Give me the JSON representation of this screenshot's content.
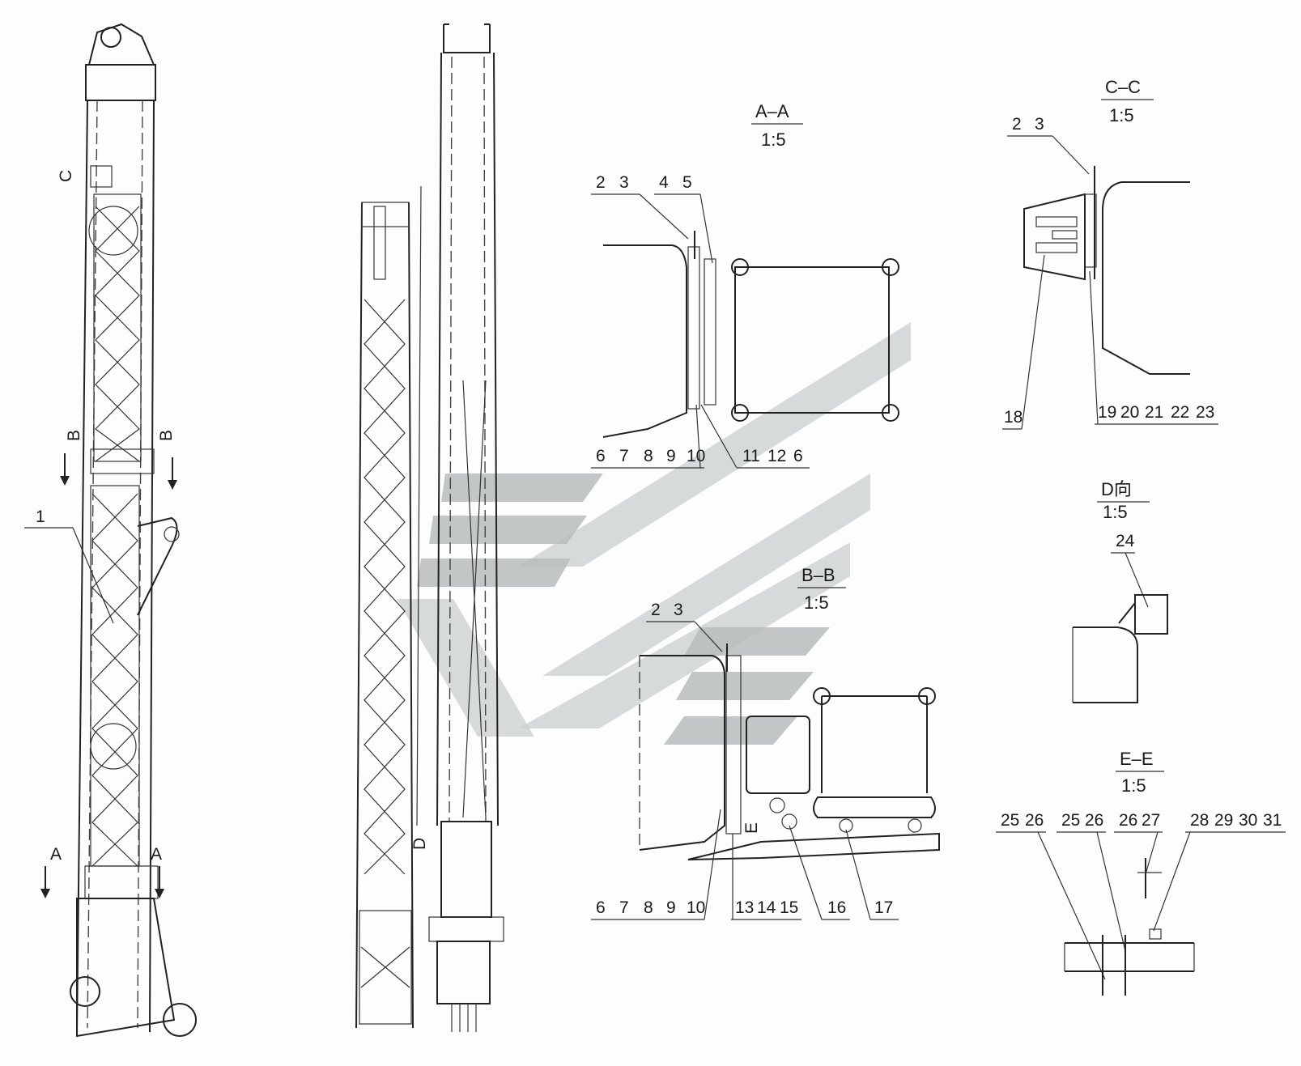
{
  "views": {
    "aa": {
      "title": "A–A",
      "scale": "1:5",
      "top_labels": [
        "2",
        "3",
        "4",
        "5"
      ],
      "bottom_left_labels": [
        "6",
        "7",
        "8",
        "9",
        "10"
      ],
      "bottom_right_labels": [
        "11",
        "12",
        "6"
      ]
    },
    "bb": {
      "title": "B–B",
      "scale": "1:5",
      "top_labels": [
        "2",
        "3"
      ],
      "bottom_labels": [
        "6",
        "7",
        "8",
        "9",
        "10"
      ],
      "bottom_mid_labels": [
        "13",
        "14",
        "15"
      ],
      "item_16": "16",
      "item_17": "17",
      "mark_e": "E"
    },
    "cc": {
      "title": "C–C",
      "scale": "1:5",
      "top_labels": [
        "2",
        "3"
      ],
      "item_18": "18",
      "bottom_labels": [
        "19",
        "20",
        "21",
        "22",
        "23"
      ]
    },
    "d": {
      "title": "D向",
      "scale": "1:5",
      "item_24": "24"
    },
    "ee": {
      "title": "E–E",
      "scale": "1:5",
      "labels_a": [
        "25",
        "26"
      ],
      "labels_b": [
        "25",
        "26"
      ],
      "labels_c": [
        "26",
        "27"
      ],
      "labels_d": [
        "28",
        "29",
        "30",
        "31"
      ]
    }
  },
  "main": {
    "section_c": "C",
    "section_b": "B",
    "section_a": "A",
    "item_1": "1",
    "view_d": "D"
  }
}
